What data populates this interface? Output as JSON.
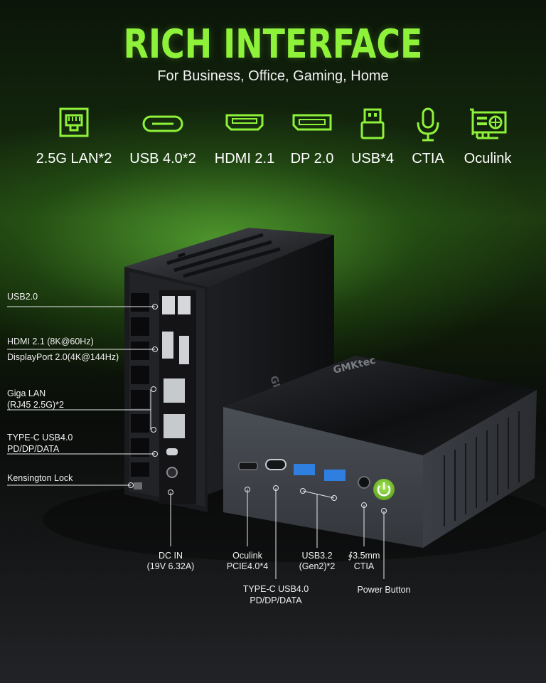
{
  "header": {
    "title": "RICH INTERFACE",
    "subtitle": "For Business, Office, Gaming, Home"
  },
  "features": [
    {
      "label": "2.5G LAN*2",
      "icon": "ethernet-port-icon"
    },
    {
      "label": "USB 4.0*2",
      "icon": "usb-c-port-icon"
    },
    {
      "label": "HDMI 2.1",
      "icon": "hdmi-port-icon"
    },
    {
      "label": "DP 2.0",
      "icon": "displayport-icon"
    },
    {
      "label": "USB*4",
      "icon": "usb-a-icon"
    },
    {
      "label": "CTIA",
      "icon": "microphone-icon"
    },
    {
      "label": "Oculink",
      "icon": "graphics-card-icon"
    }
  ],
  "brand": {
    "logo_text": "GMKtec"
  },
  "rear_callouts": {
    "usb2": "USB2.0",
    "hdmi": "HDMI 2.1 (8K@60Hz)",
    "displayport": "DisplayPort 2.0(4K@144Hz)",
    "lan_line1": "Giga LAN",
    "lan_line2": "(RJ45 2.5G)*2",
    "typec_line1": "TYPE-C USB4.0",
    "typec_line2": "PD/DP/DATA",
    "kensington": "Kensington Lock"
  },
  "front_callouts": {
    "dcin_line1": "DC IN",
    "dcin_line2": "(19V 6.32A)",
    "oculink_line1": "Oculink",
    "oculink_line2": "PCIE4.0*4",
    "typec_line1": "TYPE-C USB4.0",
    "typec_line2": "PD/DP/DATA",
    "usb32_line1": "USB3.2",
    "usb32_line2": "(Gen2)*2",
    "audio_line1": "∮3.5mm",
    "audio_line2": "CTIA",
    "power": "Power Button"
  },
  "colors": {
    "accent": "#8ff23a",
    "power_button": "#7cc531",
    "usb3_blue": "#2f7fe0",
    "chassis": "#3a3d42"
  }
}
